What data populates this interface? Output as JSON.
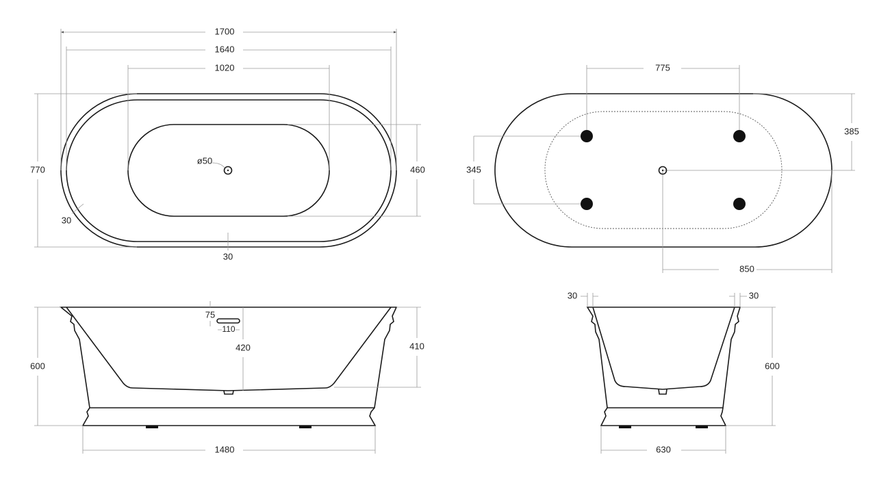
{
  "top_view": {
    "overall_length": "1700",
    "inner_length": "1640",
    "basin_length": "1020",
    "overall_width": "770",
    "basin_width": "460",
    "rim_left": "30",
    "rim_bottom": "30",
    "drain_diameter": "ø50"
  },
  "bottom_view": {
    "feet_spacing_length": "775",
    "feet_spacing_width": "345",
    "drain_offset_width": "385",
    "drain_offset_length": "850"
  },
  "side_view": {
    "height": "600",
    "depth_inner": "410",
    "depth_center": "420",
    "overflow_offset": "75",
    "overflow_width": "110",
    "base_length": "1480"
  },
  "end_view": {
    "rim_left": "30",
    "rim_right": "30",
    "height": "600",
    "base_width": "630"
  },
  "colors": {
    "line": "#1a1a1a",
    "dimension": "#9a9a9a"
  }
}
